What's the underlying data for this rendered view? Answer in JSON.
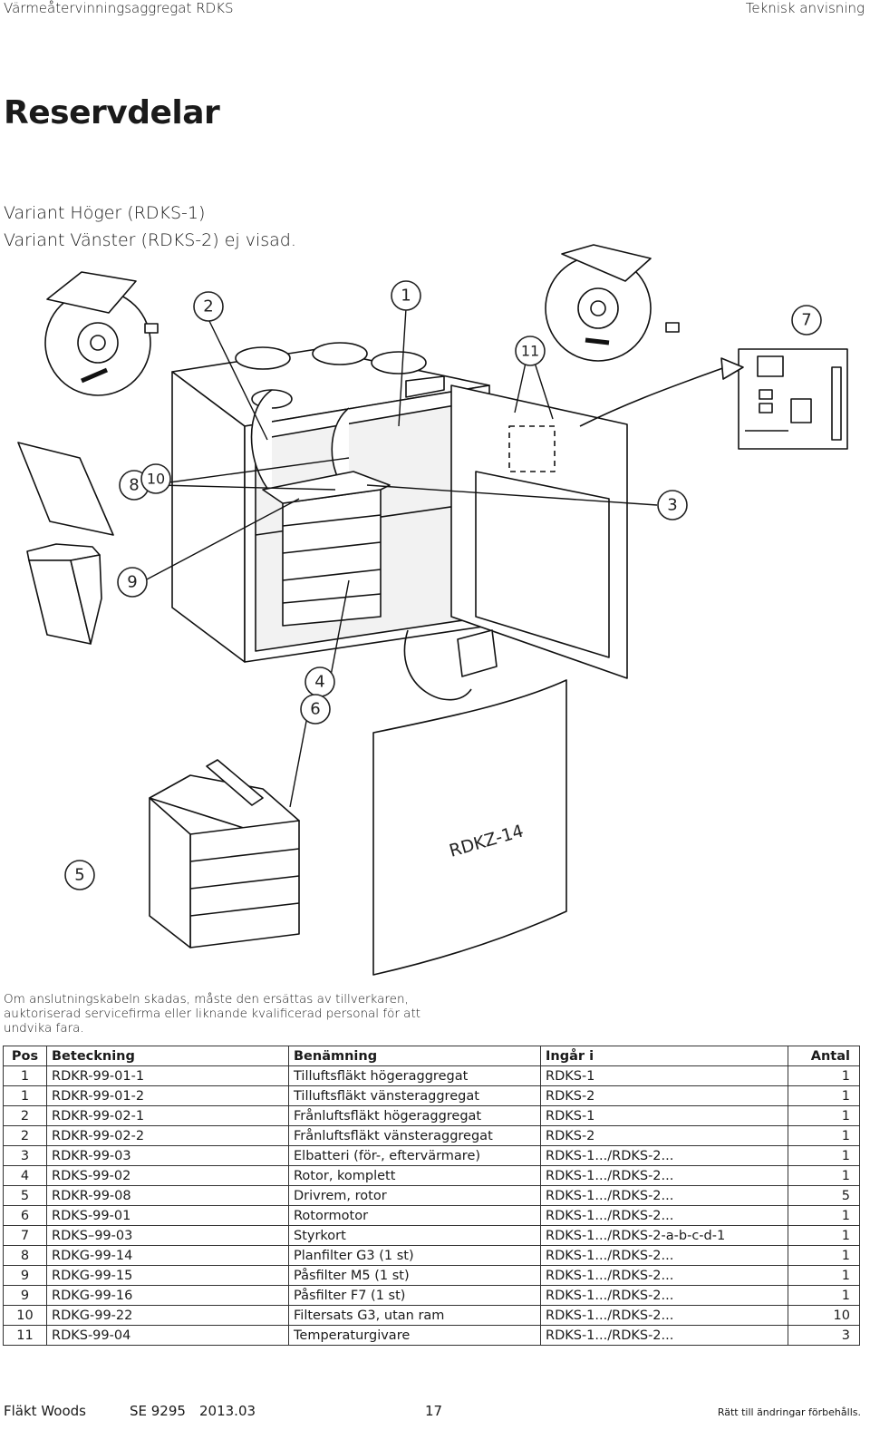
{
  "header": {
    "left": "Värmeåtervinningsaggregat RDKS",
    "right": "Teknisk anvisning"
  },
  "title": "Reservdelar",
  "variants": [
    "Variant Höger (RDKS-1)",
    "Variant Vänster (RDKS-2) ej visad."
  ],
  "figure": {
    "callouts": [
      "2",
      "1",
      "7",
      "11",
      "8",
      "10",
      "3",
      "9",
      "4",
      "6",
      "5"
    ],
    "panel_label": "RDKZ-14"
  },
  "warning": "Om anslutningskabeln skadas, måste den ersättas av tillverkaren, auktoriserad servicefirma eller liknande kvalificerad personal för att undvika fara.",
  "table": {
    "headers": [
      "Pos",
      "Beteckning",
      "Benämning",
      "Ingår i",
      "Antal"
    ],
    "rows": [
      [
        "1",
        "RDKR-99-01-1",
        "Tilluftsfläkt högeraggregat",
        "RDKS-1",
        "1"
      ],
      [
        "1",
        "RDKR-99-01-2",
        "Tilluftsfläkt vänsteraggregat",
        "RDKS-2",
        "1"
      ],
      [
        "2",
        "RDKR-99-02-1",
        "Frånluftsfläkt högeraggregat",
        "RDKS-1",
        "1"
      ],
      [
        "2",
        "RDKR-99-02-2",
        "Frånluftsfläkt vänsteraggregat",
        "RDKS-2",
        "1"
      ],
      [
        "3",
        "RDKR-99-03",
        "Elbatteri (för-, eftervärmare)",
        "RDKS-1.../RDKS-2...",
        "1"
      ],
      [
        "4",
        "RDKS-99-02",
        "Rotor, komplett",
        "RDKS-1.../RDKS-2...",
        "1"
      ],
      [
        "5",
        "RDKR-99-08",
        "Drivrem, rotor",
        "RDKS-1.../RDKS-2...",
        "5"
      ],
      [
        "6",
        "RDKS-99-01",
        "Rotormotor",
        "RDKS-1.../RDKS-2...",
        "1"
      ],
      [
        "7",
        "RDKS–99-03",
        "Styrkort",
        "RDKS-1.../RDKS-2-a-b-c-d-1",
        "1"
      ],
      [
        "8",
        "RDKG-99-14",
        "Planfilter G3 (1 st)",
        "RDKS-1.../RDKS-2...",
        "1"
      ],
      [
        "9",
        "RDKG-99-15",
        "Påsfilter M5 (1 st)",
        "RDKS-1.../RDKS-2...",
        "1"
      ],
      [
        "9",
        "RDKG-99-16",
        "Påsfilter F7 (1 st)",
        "RDKS-1.../RDKS-2...",
        "1"
      ],
      [
        "10",
        "RDKG-99-22",
        "Filtersats G3, utan ram",
        "RDKS-1.../RDKS-2...",
        "10"
      ],
      [
        "11",
        "RDKS-99-04",
        "Temperaturgivare",
        "RDKS-1.../RDKS-2...",
        "3"
      ]
    ]
  },
  "footer": {
    "company": "Fläkt Woods",
    "doc": "SE 9295",
    "date": "2013.03",
    "page": "17",
    "rights": "Rätt till ändringar förbehålls."
  }
}
